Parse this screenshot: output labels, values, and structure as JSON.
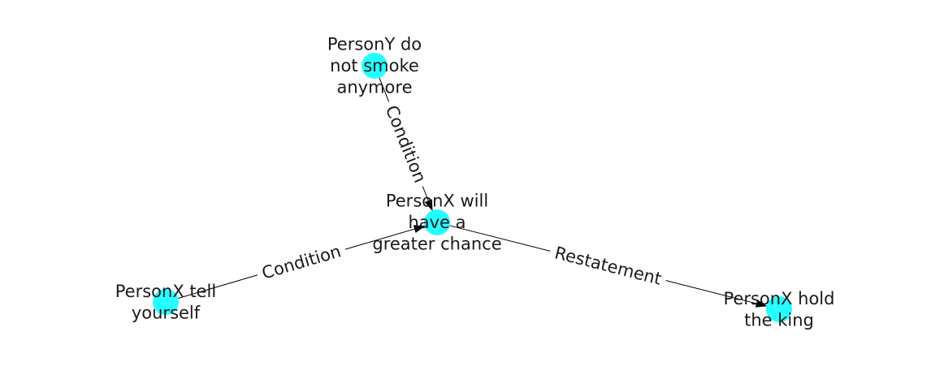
{
  "graph": {
    "node_color": "#00ffff",
    "edge_color": "#000000",
    "nodes": [
      {
        "id": "center",
        "lines": [
          "PersonX will",
          "have a",
          "greater chance"
        ]
      },
      {
        "id": "top",
        "lines": [
          "PersonY do",
          "not smoke",
          "anymore"
        ]
      },
      {
        "id": "left",
        "lines": [
          "PersonX tell",
          "yourself"
        ]
      },
      {
        "id": "right",
        "lines": [
          "PersonX hold",
          "the king"
        ]
      }
    ],
    "edges": [
      {
        "from": "top",
        "to": "center",
        "label": "Condition"
      },
      {
        "from": "left",
        "to": "center",
        "label": "Condition"
      },
      {
        "from": "center",
        "to": "right",
        "label": "Restatement"
      }
    ]
  }
}
